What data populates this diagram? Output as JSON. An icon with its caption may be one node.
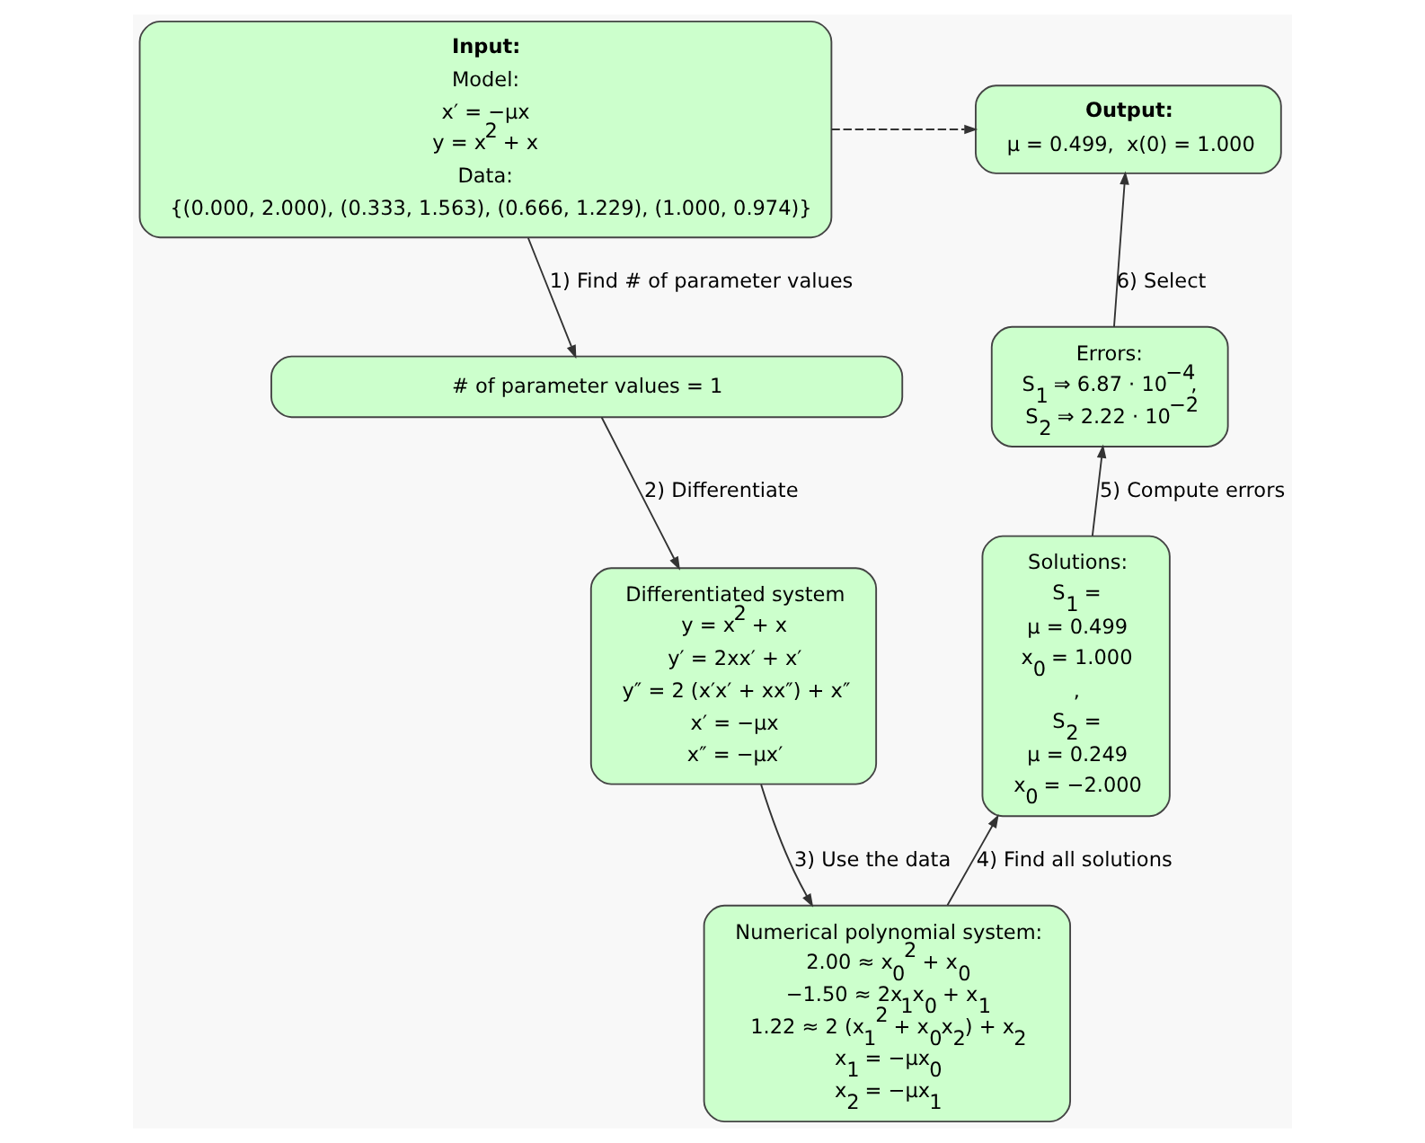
{
  "diagram": {
    "nodes": [
      {
        "text": [
          "Input:",
          "Model:",
          "x′ = −μx",
          "y = x$^{2}$ + x",
          "Data:",
          "{(0.000, 2.000), (0.333, 1.563), (0.666, 1.229), (1.000, 0.974)}"
        ]
      },
      {
        "text": [
          "Output:",
          "μ = 0.499,  x(0) = 1.000"
        ]
      },
      {
        "text": [
          "# of parameter values = 1"
        ]
      },
      {
        "text": [
          "Errors:",
          "S$_{1}$ ⇒ 6.87 · 10$^{−4}$,",
          "S$_{2}$ ⇒ 2.22 · 10$^{−2}$"
        ]
      },
      {
        "text": [
          "Differentiated system",
          "y = x$^{2}$ + x",
          "y′ = 2xx′ + x′",
          "y″ = 2 (x′x′ + xx″) + x″",
          "x′ = −μx",
          "x″ = −μx′"
        ]
      },
      {
        "text": [
          "Solutions:",
          "S$_{1}$ =",
          "μ = 0.499",
          "x$_{0}$ = 1.000",
          ",",
          "S$_{2}$ =",
          "μ = 0.249",
          "x$_{0}$ = −2.000"
        ]
      },
      {
        "text": [
          "Numerical polynomial system:",
          "2.00 ≈ x$_{0}$$^{2}$ + x$_{0}$",
          "−1.50 ≈ 2x$_{1}$x$_{0}$ + x$_{1}$",
          "1.22 ≈ 2 (x$_{1}$$^{2}$ + x$_{0}$x$_{2}$) + x$_{2}$",
          "x$_{1}$ = −μx$_{0}$",
          "x$_{2}$ = −μx$_{1}$"
        ]
      }
    ],
    "edges": [
      {
        "from": 0,
        "to": 2,
        "arrow": "to",
        "label": "1) Find # of parameter values"
      },
      {
        "from": 2,
        "to": 4,
        "arrow": "to",
        "label": "2) Differentiate"
      },
      {
        "from": 4,
        "to": 6,
        "arrow": "to",
        "label": "3) Use the data"
      },
      {
        "from": 6,
        "to": 5,
        "arrow": "to",
        "label": "4) Find all solutions"
      },
      {
        "from": 5,
        "to": 3,
        "arrow": "to",
        "label": "5) Compute errors"
      },
      {
        "from": 3,
        "to": 1,
        "arrow": "to",
        "label": "6) Select"
      },
      {
        "from": 0,
        "to": 1,
        "arrow": "to",
        "style": "dashed"
      }
    ]
  }
}
